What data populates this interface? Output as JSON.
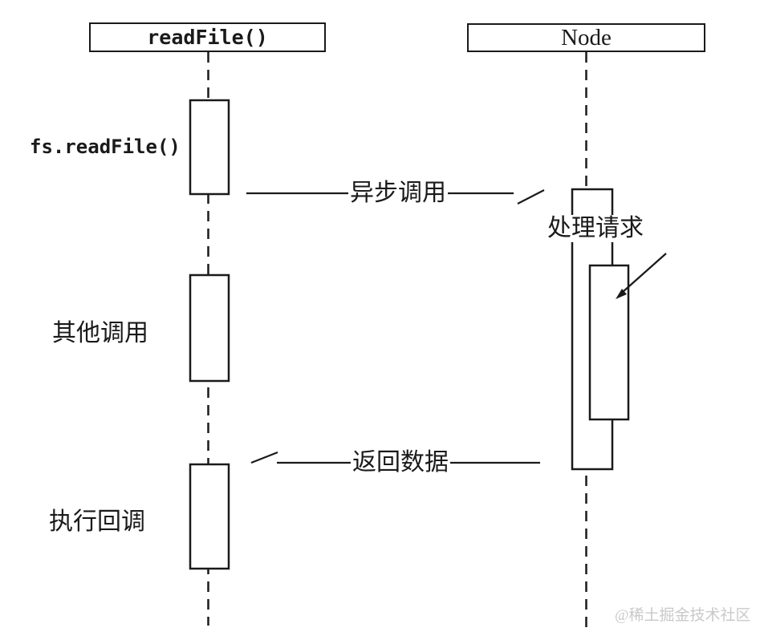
{
  "diagram": {
    "type": "sequence-diagram",
    "participants": {
      "left": {
        "label": "readFile()"
      },
      "right": {
        "label": "Node"
      }
    },
    "side_labels": {
      "fs_readfile": "fs.readFile()",
      "other_calls": "其他调用",
      "execute_callback": "执行回调"
    },
    "messages": {
      "async_call": {
        "label": "异步调用",
        "from": "readFile()",
        "to": "Node",
        "direction": "right"
      },
      "process_request": {
        "label": "处理请求",
        "on": "Node"
      },
      "return_data": {
        "label": "返回数据",
        "from": "Node",
        "to": "readFile()",
        "direction": "left"
      }
    },
    "watermark": "@稀土掘金技术社区",
    "colors": {
      "stroke": "#1a1a1a",
      "background": "#ffffff",
      "activation_fill": "#ffffff",
      "watermark_text": "#c9c9c9"
    }
  }
}
